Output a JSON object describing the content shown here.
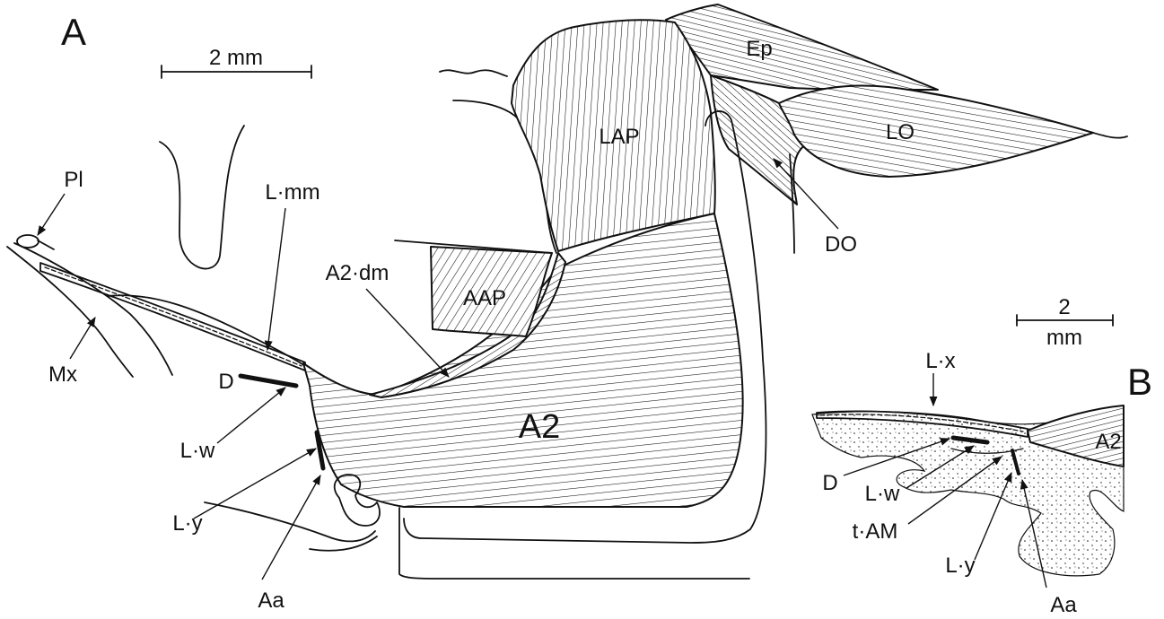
{
  "panel_a": {
    "letter": "A",
    "scale_bar_label": "2 mm",
    "labels": {
      "ep": "Ep",
      "lap": "LAP",
      "lo": "LO",
      "do": "DO",
      "pl": "Pl",
      "l_mm": "L·mm",
      "a2_dm": "A2·dm",
      "aap": "AAP",
      "mx": "Mx",
      "d": "D",
      "l_w": "L·w",
      "a2": "A2",
      "l_y": "L·y",
      "aa": "Aa"
    }
  },
  "panel_b": {
    "letter": "B",
    "scale_bar_value": "2",
    "scale_bar_unit": "mm",
    "labels": {
      "l_x": "L·x",
      "a2": "A2",
      "d": "D",
      "l_w": "L·w",
      "t_am": "t·AM",
      "l_y": "L·y",
      "aa": "Aa"
    }
  },
  "colors": {
    "ink": "#111111",
    "paper": "#ffffff"
  }
}
